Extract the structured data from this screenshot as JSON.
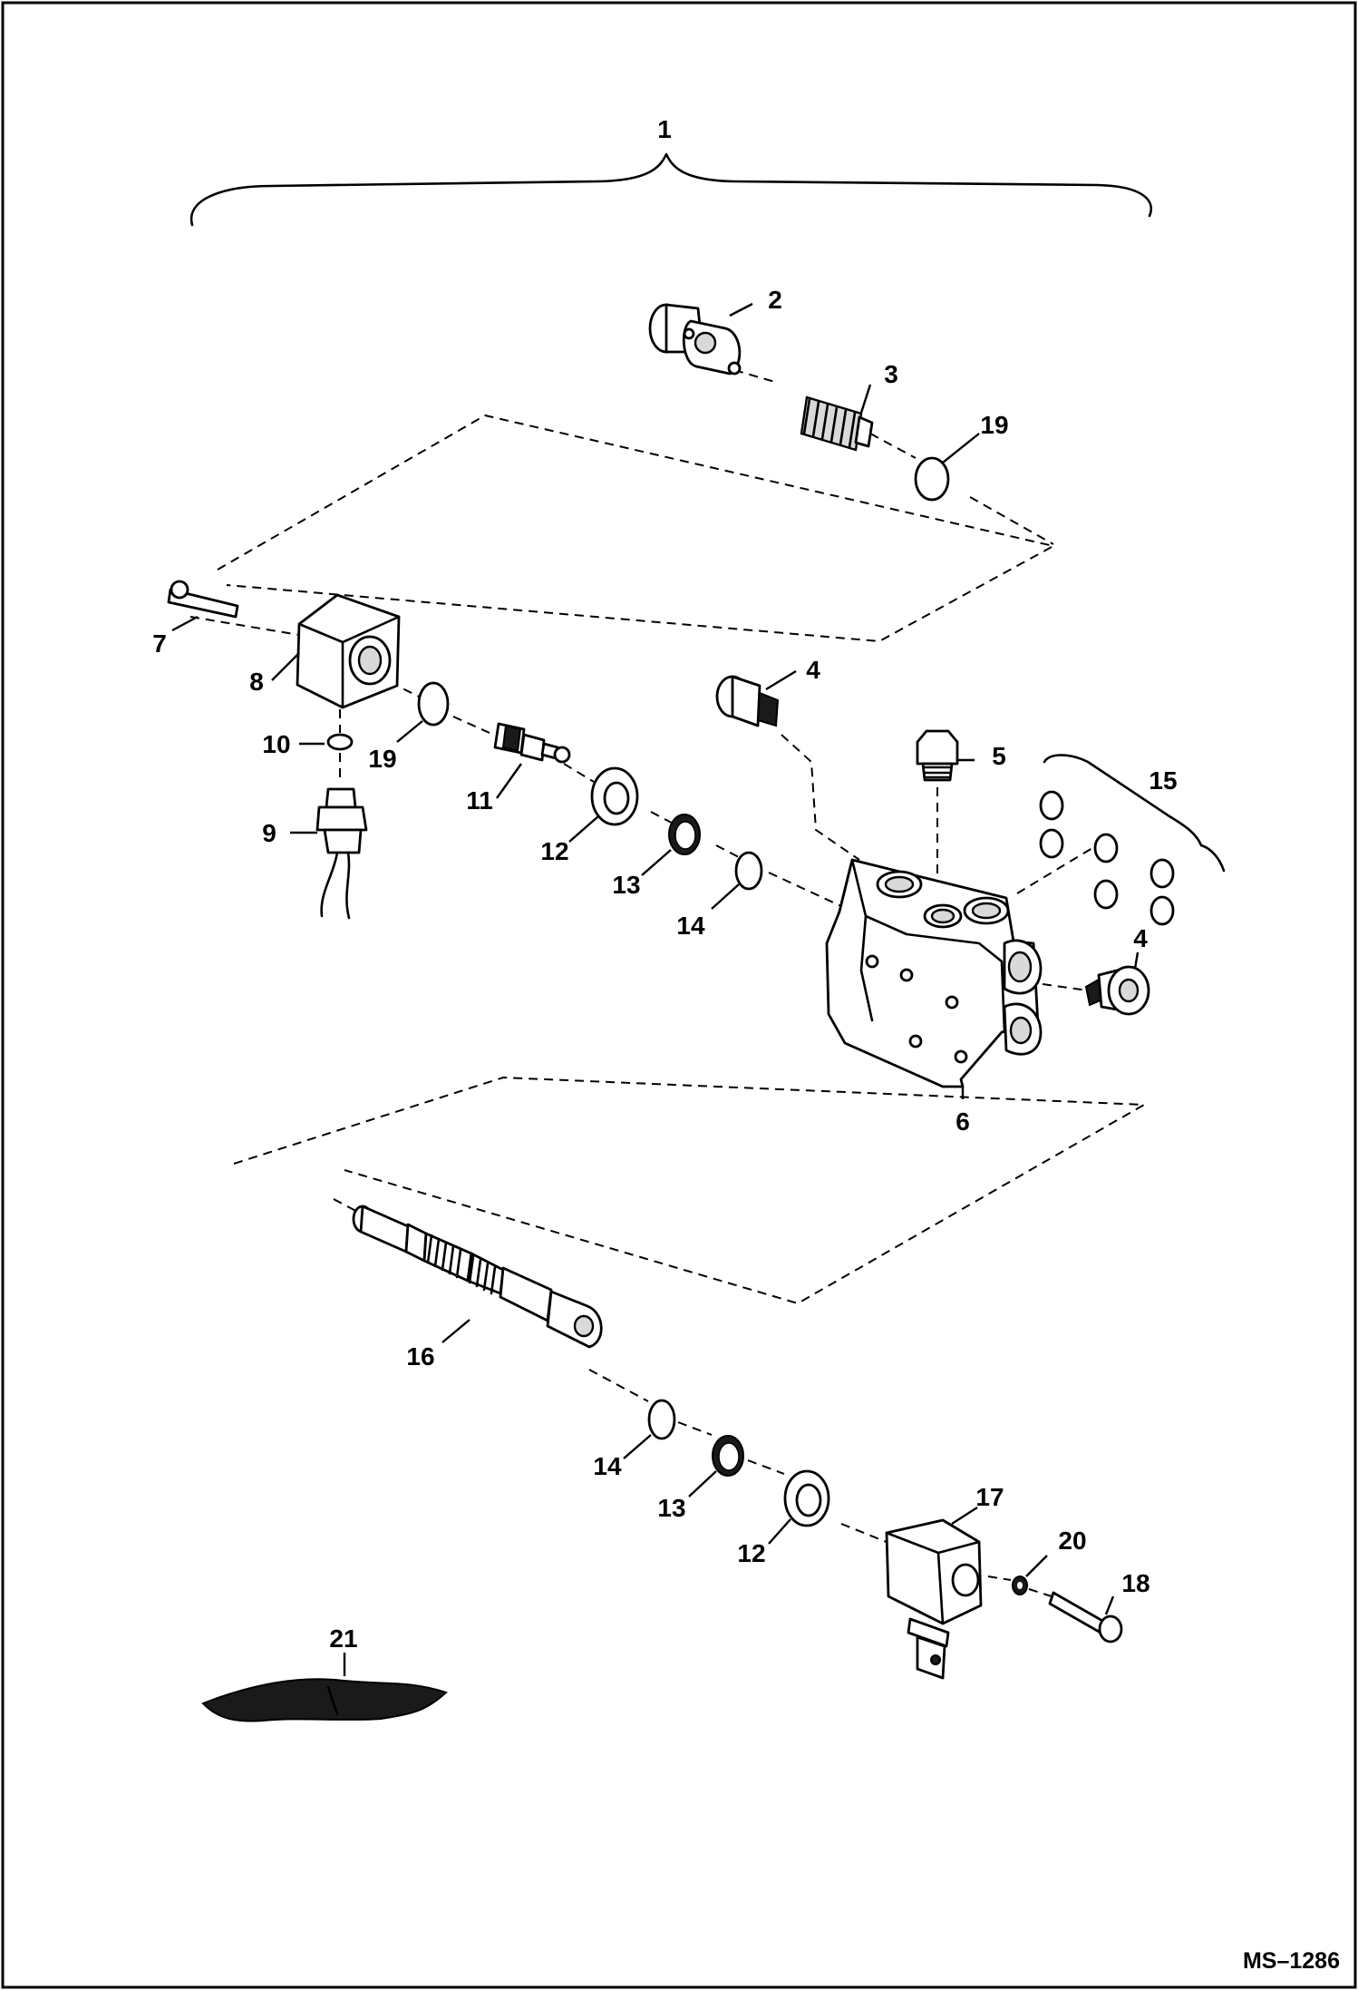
{
  "figure_code": "MS–1286",
  "callouts": [
    "1",
    "2",
    "3",
    "19",
    "7",
    "8",
    "4",
    "5",
    "15",
    "10",
    "19",
    "11",
    "9",
    "12",
    "13",
    "14",
    "4",
    "6",
    "16",
    "14",
    "13",
    "12",
    "17",
    "20",
    "18",
    "21"
  ]
}
